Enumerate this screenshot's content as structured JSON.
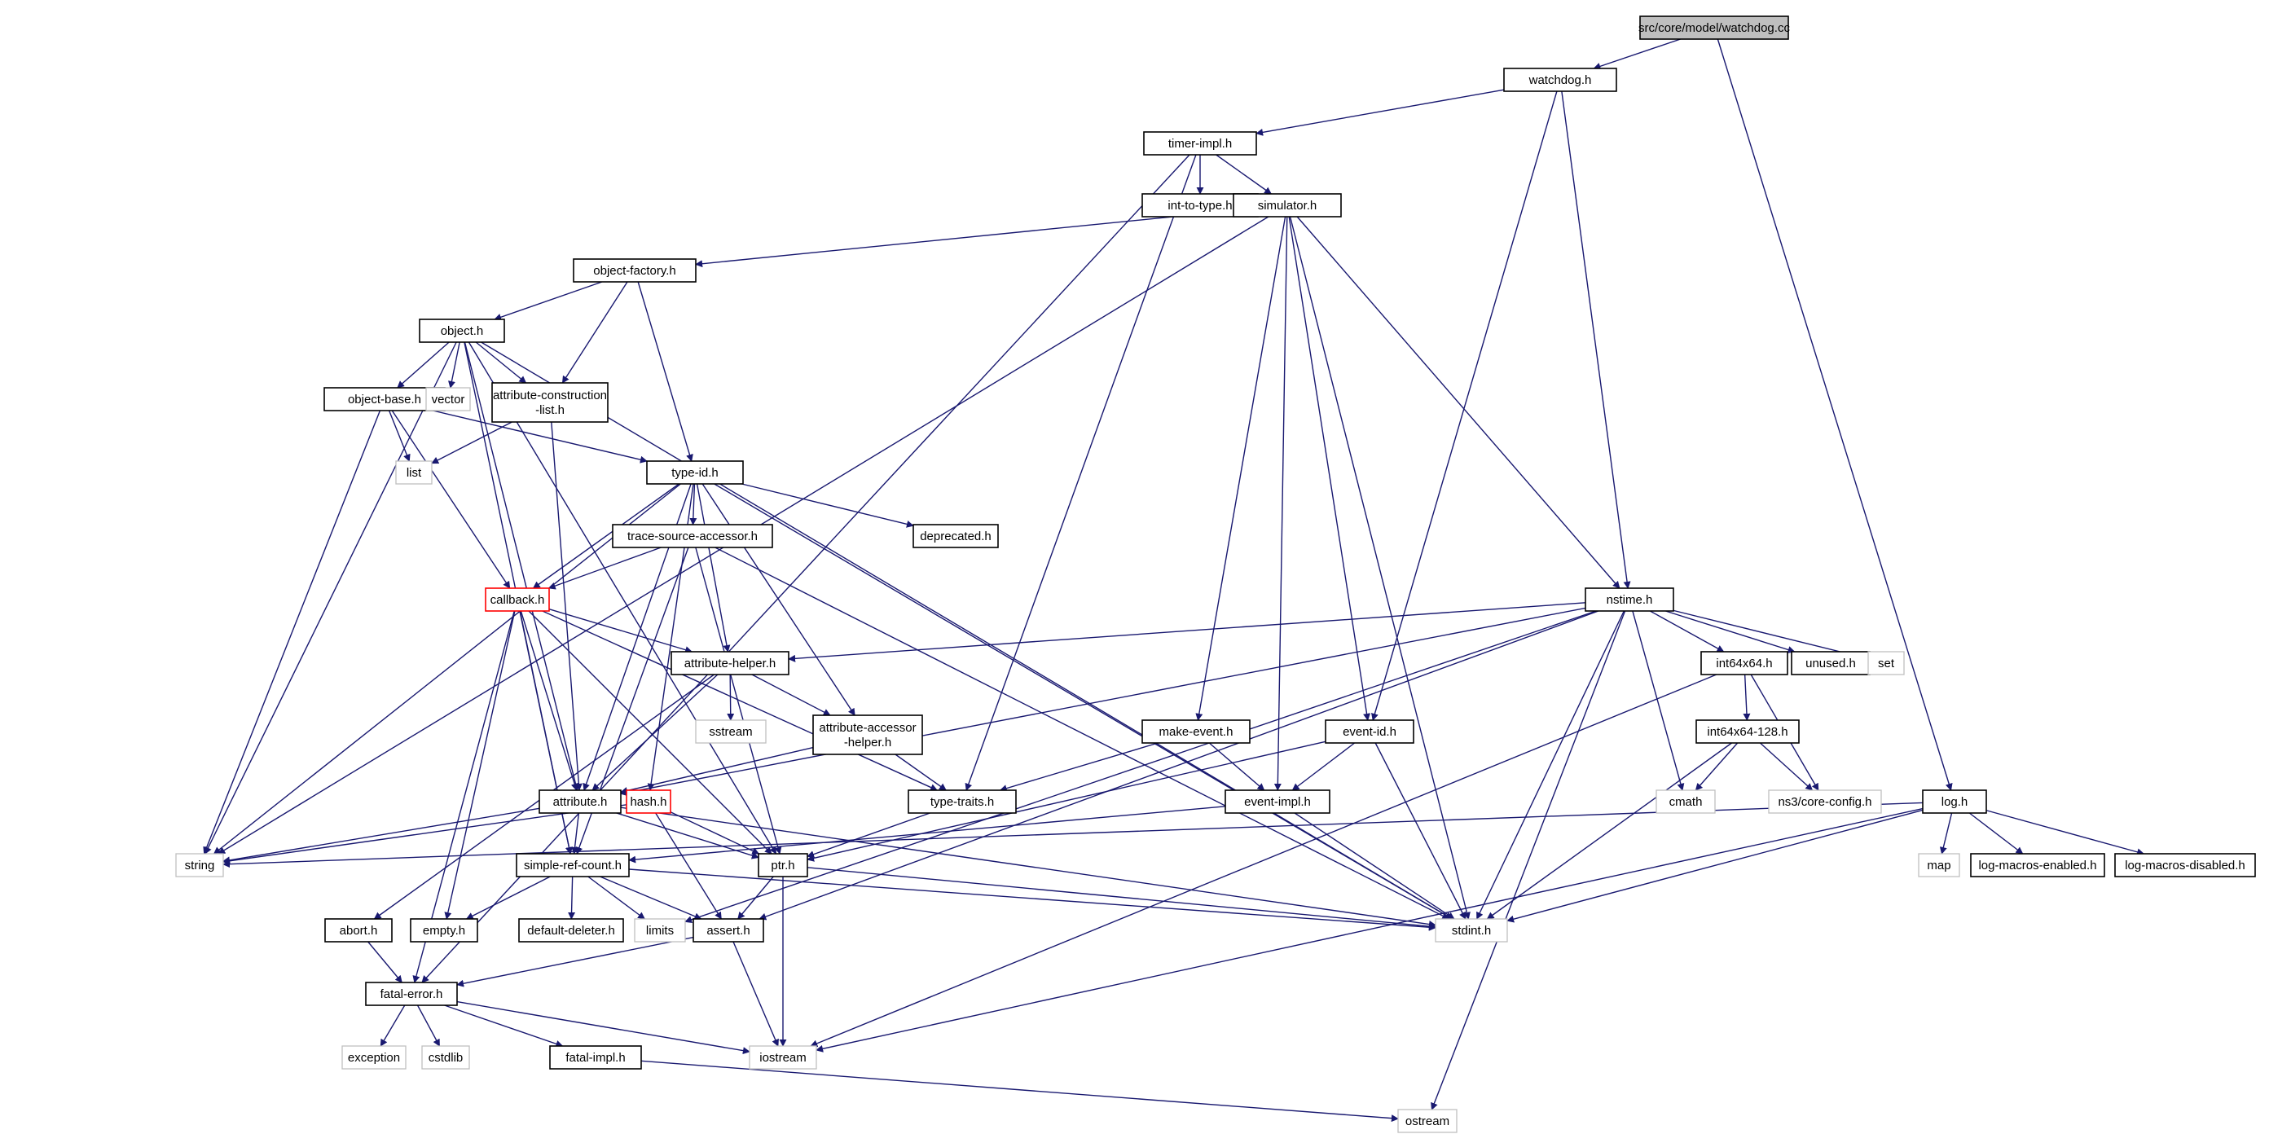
{
  "colors": {
    "edge": "#191970",
    "node_border": "#000000",
    "missing_border": "#bfbfbf",
    "truncated_border": "#ff0000",
    "root_fill": "#bfbfbf",
    "background": "#ffffff"
  },
  "nodes": {
    "root": {
      "label": "src/core/model/watchdog.cc",
      "kind": "root"
    },
    "watchdog_h": {
      "label": "watchdog.h",
      "kind": "normal"
    },
    "timer_impl_h": {
      "label": "timer-impl.h",
      "kind": "normal"
    },
    "int_to_type_h": {
      "label": "int-to-type.h",
      "kind": "normal"
    },
    "simulator_h": {
      "label": "simulator.h",
      "kind": "normal"
    },
    "object_factory_h": {
      "label": "object-factory.h",
      "kind": "normal"
    },
    "object_h": {
      "label": "object.h",
      "kind": "normal"
    },
    "object_base_h": {
      "label": "object-base.h",
      "kind": "normal"
    },
    "vector": {
      "label": "vector",
      "kind": "missing"
    },
    "attr_construction_list_h": {
      "label": "attribute-construction\n-list.h",
      "kind": "normal"
    },
    "list": {
      "label": "list",
      "kind": "missing"
    },
    "type_id_h": {
      "label": "type-id.h",
      "kind": "normal"
    },
    "trace_source_accessor_h": {
      "label": "trace-source-accessor.h",
      "kind": "normal"
    },
    "deprecated_h": {
      "label": "deprecated.h",
      "kind": "normal"
    },
    "callback_h": {
      "label": "callback.h",
      "kind": "truncated"
    },
    "attribute_helper_h": {
      "label": "attribute-helper.h",
      "kind": "normal"
    },
    "sstream": {
      "label": "sstream",
      "kind": "missing"
    },
    "attr_accessor_helper_h": {
      "label": "attribute-accessor\n-helper.h",
      "kind": "normal"
    },
    "hash_h": {
      "label": "hash.h",
      "kind": "truncated"
    },
    "attribute_h": {
      "label": "attribute.h",
      "kind": "normal"
    },
    "type_traits_h": {
      "label": "type-traits.h",
      "kind": "normal"
    },
    "make_event_h": {
      "label": "make-event.h",
      "kind": "normal"
    },
    "event_id_h": {
      "label": "event-id.h",
      "kind": "normal"
    },
    "event_impl_h": {
      "label": "event-impl.h",
      "kind": "normal"
    },
    "nstime_h": {
      "label": "nstime.h",
      "kind": "normal"
    },
    "int64x64_h": {
      "label": "int64x64.h",
      "kind": "normal"
    },
    "unused_h": {
      "label": "unused.h",
      "kind": "normal"
    },
    "set": {
      "label": "set",
      "kind": "missing"
    },
    "int64x64_128_h": {
      "label": "int64x64-128.h",
      "kind": "normal"
    },
    "cmath": {
      "label": "cmath",
      "kind": "missing"
    },
    "ns3_core_config_h": {
      "label": "ns3/core-config.h",
      "kind": "missing"
    },
    "log_h": {
      "label": "log.h",
      "kind": "normal"
    },
    "map": {
      "label": "map",
      "kind": "missing"
    },
    "log_macros_enabled_h": {
      "label": "log-macros-enabled.h",
      "kind": "normal"
    },
    "log_macros_disabled_h": {
      "label": "log-macros-disabled.h",
      "kind": "normal"
    },
    "string": {
      "label": "string",
      "kind": "missing"
    },
    "simple_ref_count_h": {
      "label": "simple-ref-count.h",
      "kind": "normal"
    },
    "ptr_h": {
      "label": "ptr.h",
      "kind": "normal"
    },
    "stdint_h": {
      "label": "stdint.h",
      "kind": "missing"
    },
    "abort_h": {
      "label": "abort.h",
      "kind": "normal"
    },
    "empty_h": {
      "label": "empty.h",
      "kind": "normal"
    },
    "default_deleter_h": {
      "label": "default-deleter.h",
      "kind": "normal"
    },
    "limits": {
      "label": "limits",
      "kind": "missing"
    },
    "assert_h": {
      "label": "assert.h",
      "kind": "normal"
    },
    "fatal_error_h": {
      "label": "fatal-error.h",
      "kind": "normal"
    },
    "exception": {
      "label": "exception",
      "kind": "missing"
    },
    "cstdlib": {
      "label": "cstdlib",
      "kind": "missing"
    },
    "fatal_impl_h": {
      "label": "fatal-impl.h",
      "kind": "normal"
    },
    "iostream": {
      "label": "iostream",
      "kind": "missing"
    },
    "ostream": {
      "label": "ostream",
      "kind": "missing"
    }
  },
  "edges": [
    [
      "root",
      "watchdog_h"
    ],
    [
      "root",
      "log_h"
    ],
    [
      "watchdog_h",
      "timer_impl_h"
    ],
    [
      "watchdog_h",
      "nstime_h"
    ],
    [
      "watchdog_h",
      "event_id_h"
    ],
    [
      "timer_impl_h",
      "int_to_type_h"
    ],
    [
      "timer_impl_h",
      "simulator_h"
    ],
    [
      "timer_impl_h",
      "type_traits_h"
    ],
    [
      "timer_impl_h",
      "fatal_error_h"
    ],
    [
      "simulator_h",
      "object_factory_h"
    ],
    [
      "simulator_h",
      "string"
    ],
    [
      "simulator_h",
      "make_event_h"
    ],
    [
      "simulator_h",
      "stdint_h"
    ],
    [
      "simulator_h",
      "event_impl_h"
    ],
    [
      "simulator_h",
      "event_id_h"
    ],
    [
      "simulator_h",
      "nstime_h"
    ],
    [
      "object_factory_h",
      "object_h"
    ],
    [
      "object_factory_h",
      "attr_construction_list_h"
    ],
    [
      "object_factory_h",
      "type_id_h"
    ],
    [
      "object_h",
      "object_base_h"
    ],
    [
      "object_h",
      "vector"
    ],
    [
      "object_h",
      "attr_construction_list_h"
    ],
    [
      "object_h",
      "string"
    ],
    [
      "object_h",
      "attribute_h"
    ],
    [
      "object_h",
      "simple_ref_count_h"
    ],
    [
      "object_h",
      "ptr_h"
    ],
    [
      "object_h",
      "stdint_h"
    ],
    [
      "object_base_h",
      "list"
    ],
    [
      "object_base_h",
      "type_id_h"
    ],
    [
      "object_base_h",
      "callback_h"
    ],
    [
      "object_base_h",
      "string"
    ],
    [
      "attr_construction_list_h",
      "list"
    ],
    [
      "attr_construction_list_h",
      "attribute_h"
    ],
    [
      "type_id_h",
      "trace_source_accessor_h"
    ],
    [
      "type_id_h",
      "deprecated_h"
    ],
    [
      "type_id_h",
      "callback_h"
    ],
    [
      "type_id_h",
      "attribute_helper_h"
    ],
    [
      "type_id_h",
      "attr_accessor_helper_h"
    ],
    [
      "type_id_h",
      "attribute_h"
    ],
    [
      "type_id_h",
      "hash_h"
    ],
    [
      "type_id_h",
      "string"
    ],
    [
      "type_id_h",
      "stdint_h"
    ],
    [
      "trace_source_accessor_h",
      "callback_h"
    ],
    [
      "trace_source_accessor_h",
      "ptr_h"
    ],
    [
      "trace_source_accessor_h",
      "simple_ref_count_h"
    ],
    [
      "trace_source_accessor_h",
      "stdint_h"
    ],
    [
      "callback_h",
      "attribute_helper_h"
    ],
    [
      "callback_h",
      "attribute_h"
    ],
    [
      "callback_h",
      "ptr_h"
    ],
    [
      "callback_h",
      "simple_ref_count_h"
    ],
    [
      "callback_h",
      "fatal_error_h"
    ],
    [
      "callback_h",
      "empty_h"
    ],
    [
      "callback_h",
      "type_traits_h"
    ],
    [
      "attribute_helper_h",
      "sstream"
    ],
    [
      "attribute_helper_h",
      "attr_accessor_helper_h"
    ],
    [
      "attribute_helper_h",
      "attribute_h"
    ],
    [
      "attribute_helper_h",
      "abort_h"
    ],
    [
      "attr_accessor_helper_h",
      "type_traits_h"
    ],
    [
      "attr_accessor_helper_h",
      "attribute_h"
    ],
    [
      "hash_h",
      "ptr_h"
    ],
    [
      "hash_h",
      "assert_h"
    ],
    [
      "hash_h",
      "string"
    ],
    [
      "attribute_h",
      "string"
    ],
    [
      "attribute_h",
      "simple_ref_count_h"
    ],
    [
      "attribute_h",
      "ptr_h"
    ],
    [
      "attribute_h",
      "stdint_h"
    ],
    [
      "type_traits_h",
      "ptr_h"
    ],
    [
      "make_event_h",
      "type_traits_h"
    ],
    [
      "make_event_h",
      "event_impl_h"
    ],
    [
      "event_id_h",
      "event_impl_h"
    ],
    [
      "event_id_h",
      "ptr_h"
    ],
    [
      "event_id_h",
      "stdint_h"
    ],
    [
      "event_impl_h",
      "simple_ref_count_h"
    ],
    [
      "event_impl_h",
      "stdint_h"
    ],
    [
      "nstime_h",
      "int64x64_h"
    ],
    [
      "nstime_h",
      "unused_h"
    ],
    [
      "nstime_h",
      "set"
    ],
    [
      "nstime_h",
      "cmath"
    ],
    [
      "nstime_h",
      "attribute_h"
    ],
    [
      "nstime_h",
      "attribute_helper_h"
    ],
    [
      "nstime_h",
      "assert_h"
    ],
    [
      "nstime_h",
      "limits"
    ],
    [
      "nstime_h",
      "stdint_h"
    ],
    [
      "nstime_h",
      "ostream"
    ],
    [
      "int64x64_h",
      "int64x64_128_h"
    ],
    [
      "int64x64_h",
      "ns3_core_config_h"
    ],
    [
      "int64x64_h",
      "iostream"
    ],
    [
      "int64x64_128_h",
      "cmath"
    ],
    [
      "int64x64_128_h",
      "stdint_h"
    ],
    [
      "int64x64_128_h",
      "ns3_core_config_h"
    ],
    [
      "log_h",
      "map"
    ],
    [
      "log_h",
      "log_macros_enabled_h"
    ],
    [
      "log_h",
      "log_macros_disabled_h"
    ],
    [
      "log_h",
      "string"
    ],
    [
      "log_h",
      "iostream"
    ],
    [
      "log_h",
      "stdint_h"
    ],
    [
      "simple_ref_count_h",
      "assert_h"
    ],
    [
      "simple_ref_count_h",
      "empty_h"
    ],
    [
      "simple_ref_count_h",
      "default_deleter_h"
    ],
    [
      "simple_ref_count_h",
      "limits"
    ],
    [
      "simple_ref_count_h",
      "stdint_h"
    ],
    [
      "ptr_h",
      "assert_h"
    ],
    [
      "ptr_h",
      "iostream"
    ],
    [
      "ptr_h",
      "stdint_h"
    ],
    [
      "abort_h",
      "fatal_error_h"
    ],
    [
      "assert_h",
      "fatal_error_h"
    ],
    [
      "assert_h",
      "iostream"
    ],
    [
      "fatal_error_h",
      "exception"
    ],
    [
      "fatal_error_h",
      "cstdlib"
    ],
    [
      "fatal_error_h",
      "fatal_impl_h"
    ],
    [
      "fatal_error_h",
      "iostream"
    ],
    [
      "fatal_impl_h",
      "ostream"
    ]
  ]
}
